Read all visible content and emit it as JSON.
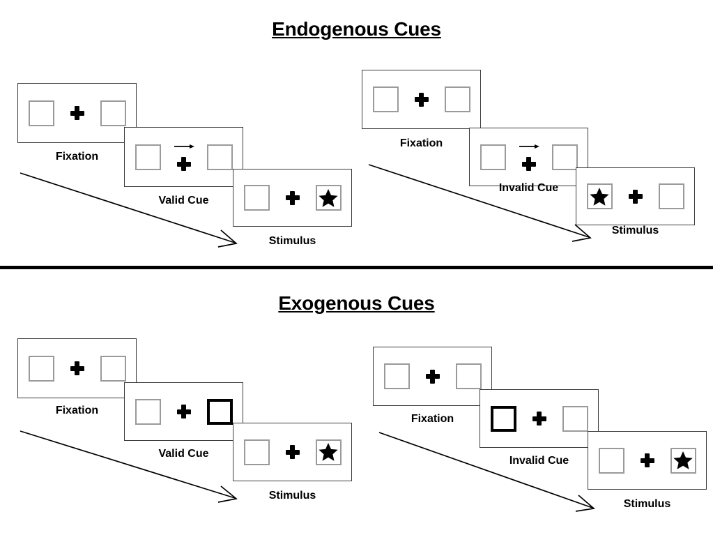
{
  "sections": [
    {
      "id": "endogenous",
      "title": "Endogenous Cues",
      "groups": [
        {
          "id": "endogenous-valid",
          "cue_type_label": "Valid Cue",
          "frames": [
            {
              "label": "Fixation",
              "left_box": "empty",
              "right_box": "empty",
              "cue": "none",
              "center": "plus"
            },
            {
              "label": "Valid Cue",
              "left_box": "empty",
              "right_box": "empty",
              "cue": "arrow-right",
              "center": "plus"
            },
            {
              "label": "Stimulus",
              "left_box": "empty",
              "right_box": "star",
              "cue": "none",
              "center": "plus"
            }
          ]
        },
        {
          "id": "endogenous-invalid",
          "cue_type_label": "Invalid Cue",
          "frames": [
            {
              "label": "Fixation",
              "left_box": "empty",
              "right_box": "empty",
              "cue": "none",
              "center": "plus"
            },
            {
              "label": "Invalid Cue",
              "left_box": "empty",
              "right_box": "empty",
              "cue": "arrow-right",
              "center": "plus"
            },
            {
              "label": "Stimulus",
              "left_box": "star",
              "right_box": "empty",
              "cue": "none",
              "center": "plus"
            }
          ]
        }
      ]
    },
    {
      "id": "exogenous",
      "title": "Exogenous Cues",
      "groups": [
        {
          "id": "exogenous-valid",
          "cue_type_label": "Valid Cue",
          "frames": [
            {
              "label": "Fixation",
              "left_box": "empty",
              "right_box": "empty",
              "cue": "none",
              "center": "plus"
            },
            {
              "label": "Valid Cue",
              "left_box": "empty",
              "right_box": "cued",
              "cue": "none",
              "center": "plus"
            },
            {
              "label": "Stimulus",
              "left_box": "empty",
              "right_box": "star",
              "cue": "none",
              "center": "plus"
            }
          ]
        },
        {
          "id": "exogenous-invalid",
          "cue_type_label": "Invalid Cue",
          "frames": [
            {
              "label": "Fixation",
              "left_box": "empty",
              "right_box": "empty",
              "cue": "none",
              "center": "plus"
            },
            {
              "label": "Invalid Cue",
              "left_box": "cued",
              "right_box": "empty",
              "cue": "none",
              "center": "plus"
            },
            {
              "label": "Stimulus",
              "left_box": "empty",
              "right_box": "star",
              "cue": "none",
              "center": "plus"
            }
          ]
        }
      ]
    }
  ],
  "labels": {
    "fixation": "Fixation",
    "valid_cue": "Valid Cue",
    "invalid_cue": "Invalid Cue",
    "stimulus": "Stimulus"
  },
  "colors": {
    "background": "#ffffff",
    "frame_border": "#3a3a3a",
    "box_border": "#9a9a9a",
    "cued_box_border": "#000000",
    "text": "#000000",
    "divider": "#000000"
  }
}
